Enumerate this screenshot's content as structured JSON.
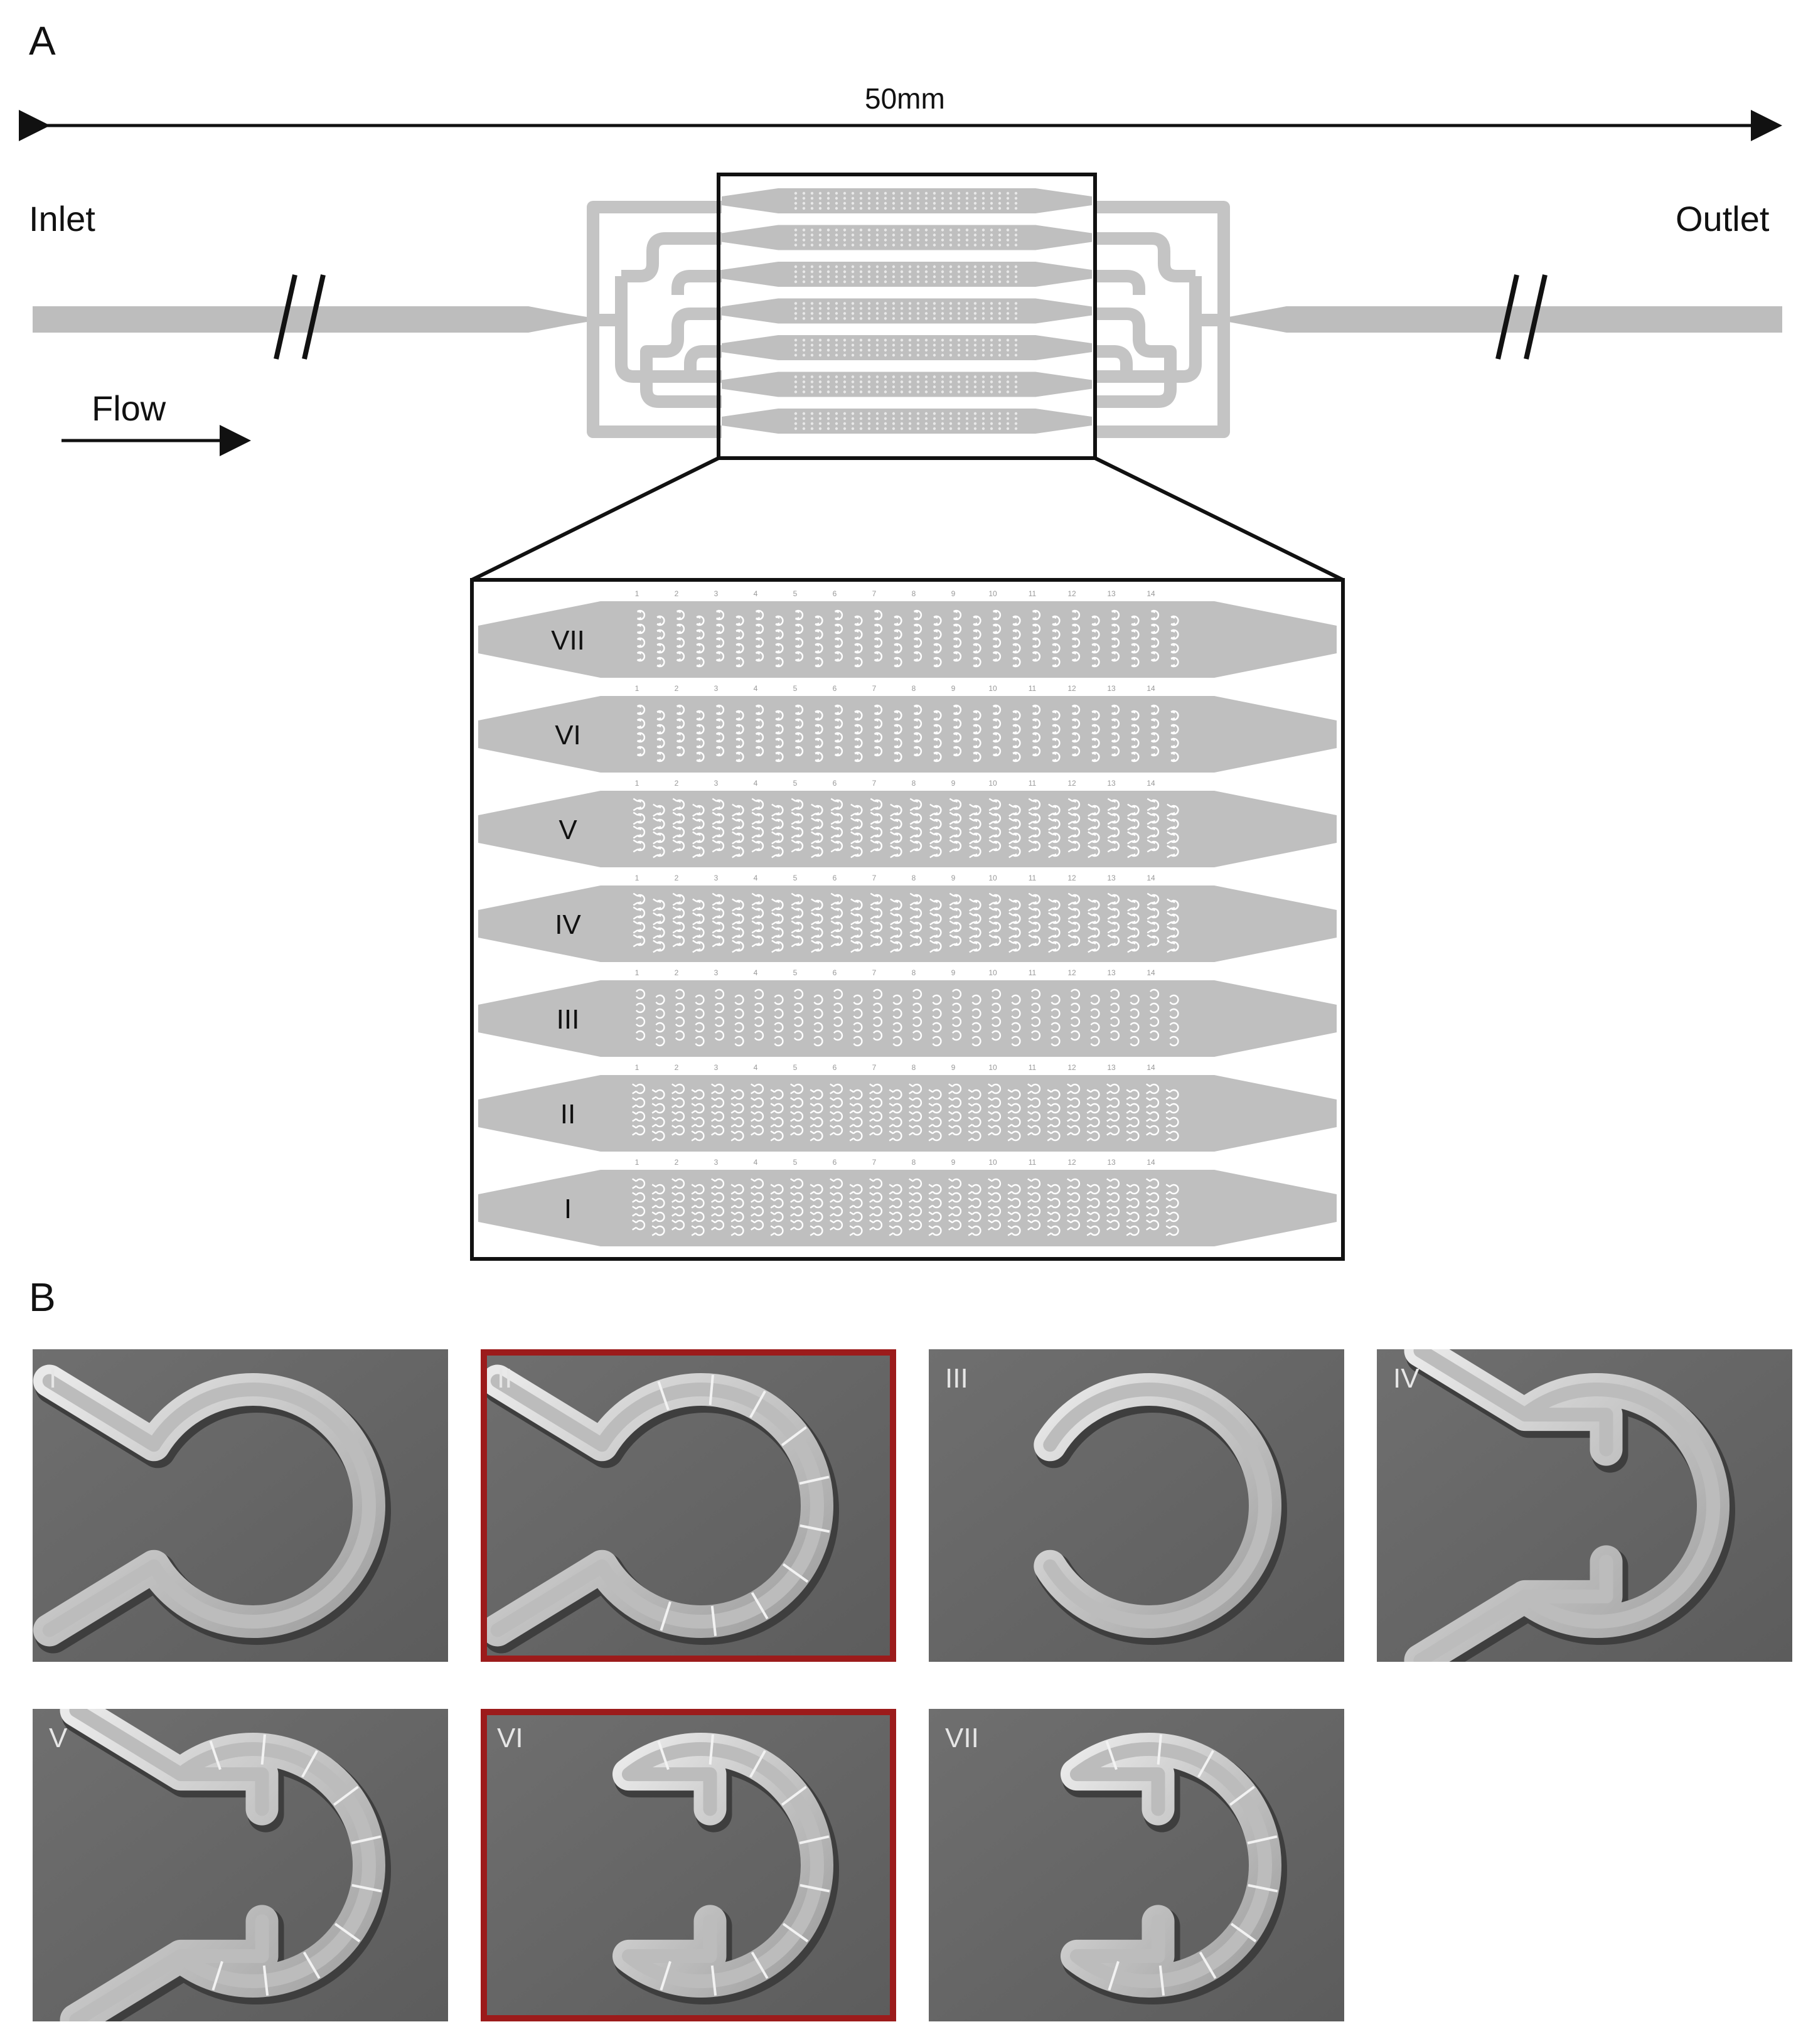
{
  "panel_a": {
    "letter": "A",
    "scale_label": "50mm",
    "inlet": "Inlet",
    "outlet": "Outlet",
    "flow": "Flow",
    "column_numbers": [
      "1",
      "2",
      "3",
      "4",
      "5",
      "6",
      "7",
      "8",
      "9",
      "10",
      "11",
      "12",
      "13",
      "14"
    ],
    "channels": [
      {
        "label": "VII",
        "trap": "c-open"
      },
      {
        "label": "VI",
        "trap": "c-open"
      },
      {
        "label": "V",
        "trap": "fork"
      },
      {
        "label": "IV",
        "trap": "fork"
      },
      {
        "label": "III",
        "trap": "ring"
      },
      {
        "label": "II",
        "trap": "ring-fork"
      },
      {
        "label": "I",
        "trap": "ring-fork"
      }
    ]
  },
  "panel_b": {
    "letter": "B",
    "images": [
      {
        "label": "I",
        "highlight": false,
        "shape": "ring-fork",
        "segmented": false
      },
      {
        "label": "II",
        "highlight": true,
        "shape": "ring-fork",
        "segmented": true
      },
      {
        "label": "III",
        "highlight": false,
        "shape": "ring",
        "segmented": false
      },
      {
        "label": "IV",
        "highlight": false,
        "shape": "fork",
        "segmented": false
      },
      {
        "label": "V",
        "highlight": false,
        "shape": "fork",
        "segmented": true
      },
      {
        "label": "VI",
        "highlight": true,
        "shape": "c-open",
        "segmented": true
      },
      {
        "label": "VII",
        "highlight": false,
        "shape": "c-closed",
        "segmented": true
      }
    ],
    "highlight_color": "#9c1b1b"
  }
}
